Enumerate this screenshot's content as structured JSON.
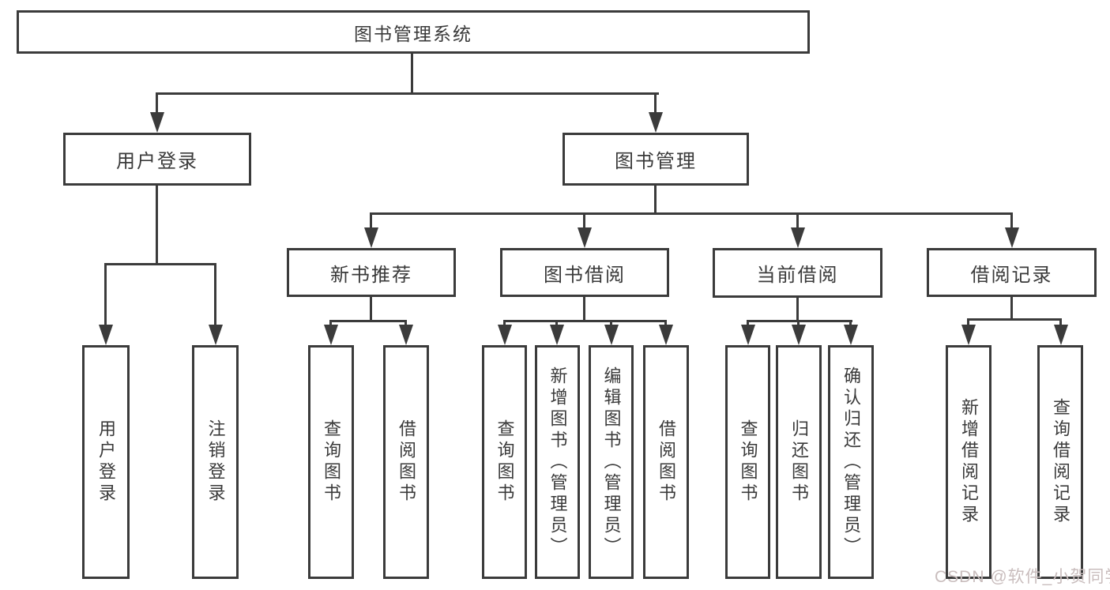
{
  "tree": {
    "root": "图书管理系统",
    "branches": [
      {
        "label": "用户登录",
        "children": [
          "用户登录",
          "注销登录"
        ]
      },
      {
        "label": "图书管理",
        "children": [
          {
            "label": "新书推荐",
            "children": [
              "查询图书",
              "借阅图书"
            ]
          },
          {
            "label": "图书借阅",
            "children": [
              "查询图书",
              "新增图书（管理员）",
              "编辑图书（管理员）",
              "借阅图书"
            ]
          },
          {
            "label": "当前借阅",
            "children": [
              "查询图书",
              "归还图书",
              "确认归还（管理员）"
            ]
          },
          {
            "label": "借阅记录",
            "children": [
              "新增借阅记录",
              "查询借阅记录"
            ]
          }
        ]
      }
    ]
  },
  "watermark": "CSDN @软件_小贺同学",
  "colors": {
    "line": "#3b3b3b",
    "text": "#3a3a3a",
    "watermark": "#c9bdbd",
    "background": "#ffffff"
  }
}
